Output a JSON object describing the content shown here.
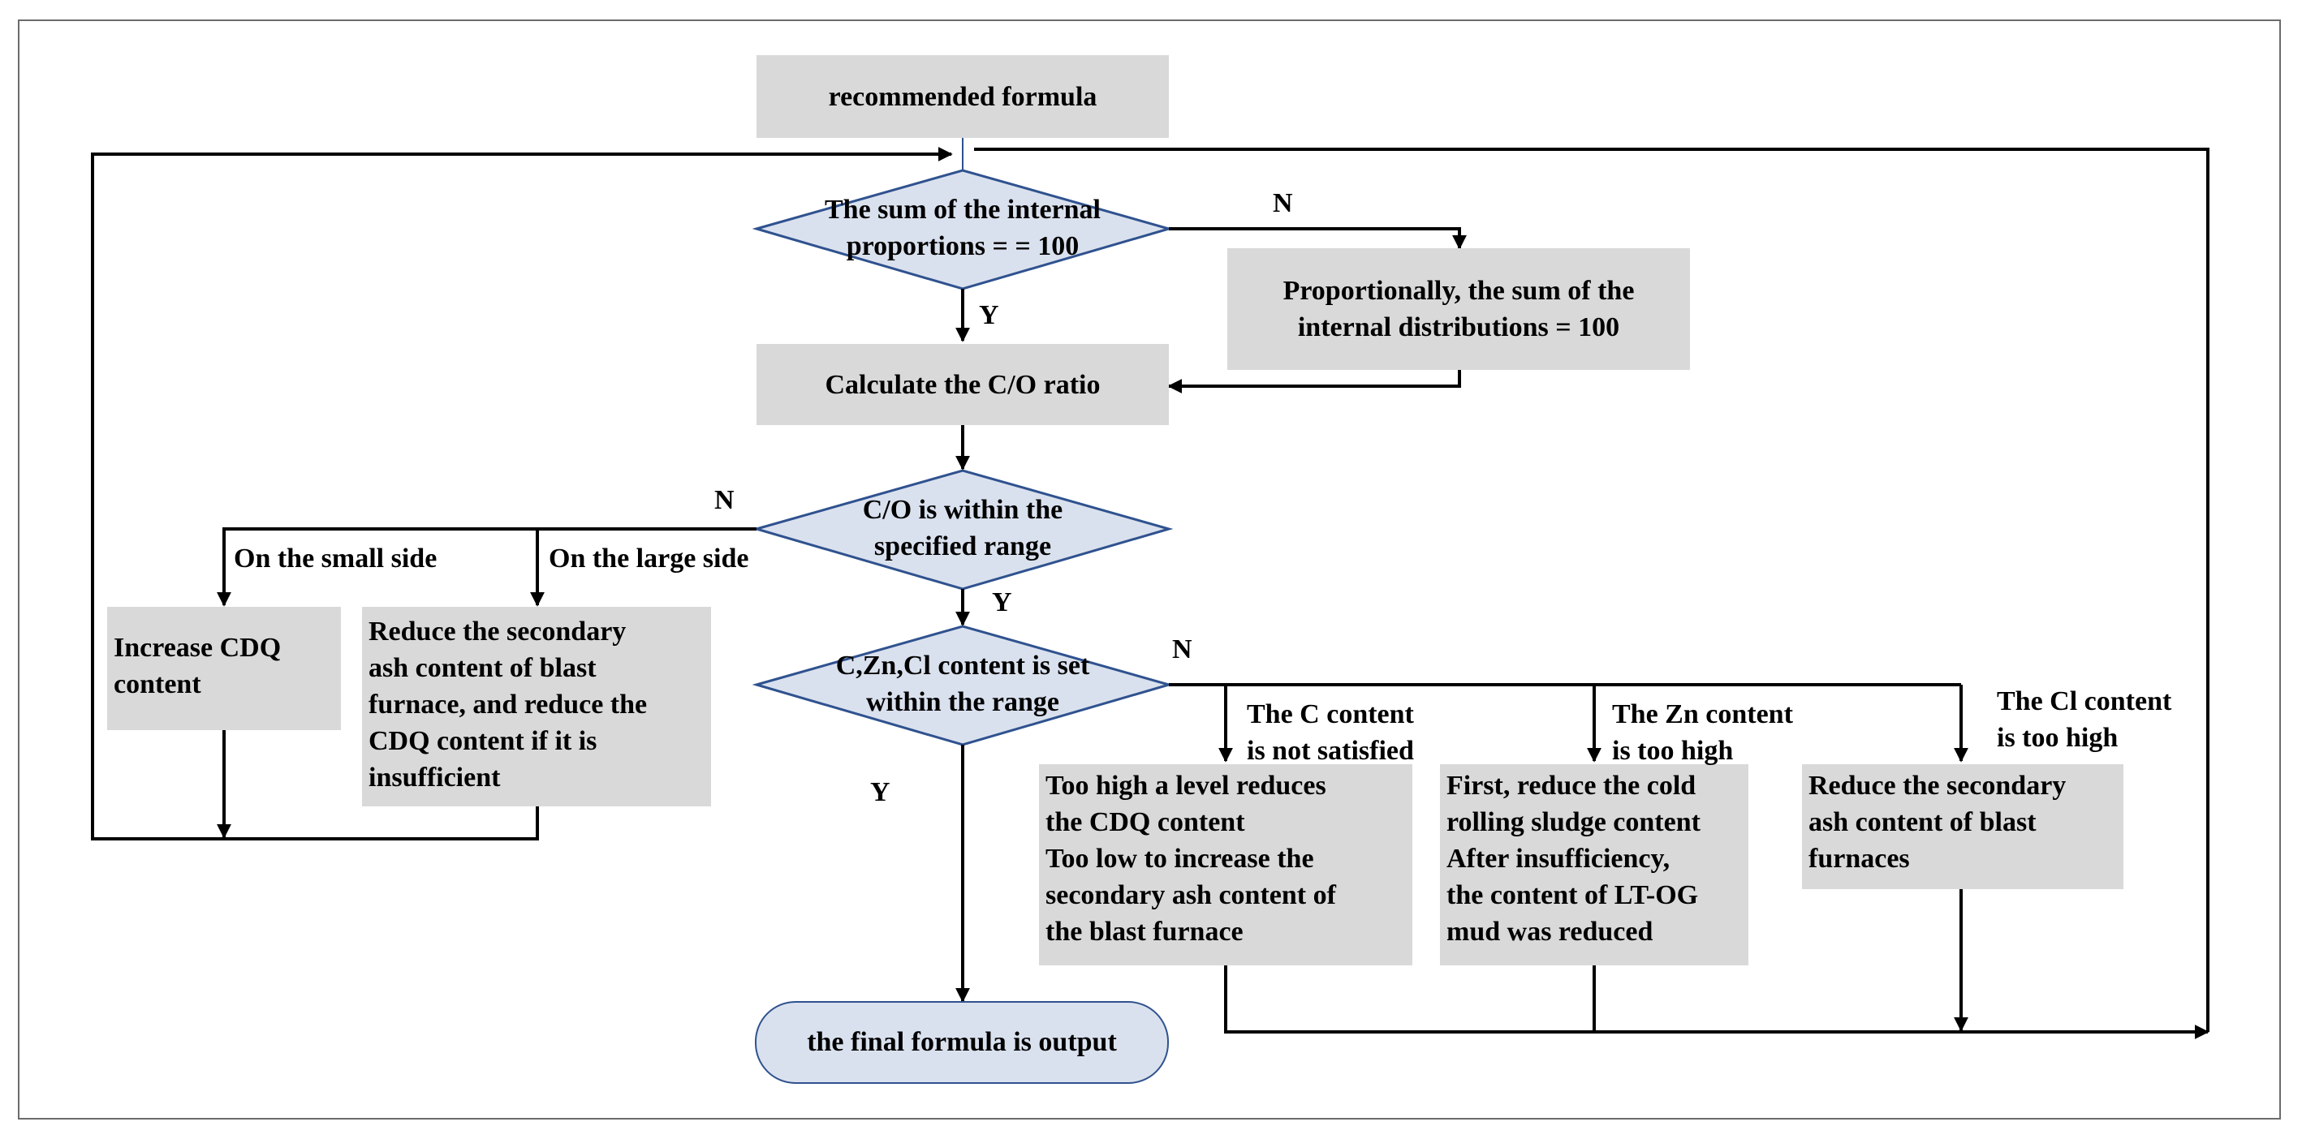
{
  "nodes": {
    "start": "recommended formula",
    "decision_sum": "The sum of the internal\nproportions = = 100",
    "normalize": "Proportionally, the sum of the\ninternal distributions = 100",
    "calc_co": "Calculate the C/O ratio",
    "decision_co": "C/O is within the\nspecified range",
    "increase_cdq": "Increase CDQ\ncontent",
    "reduce_ash_cdq": "Reduce the secondary\nash content of blast\nfurnace, and reduce the\nCDQ content if it is\ninsufficient",
    "decision_czncl": "C,Zn,Cl content is set\nwithin the range",
    "c_adjust": "Too high a level reduces\nthe CDQ content\nToo low to increase the\nsecondary ash content of\nthe blast furnace",
    "zn_adjust": "First, reduce the cold\nrolling sludge content\nAfter insufficiency,\nthe content of LT-OG\nmud was reduced",
    "cl_adjust": "Reduce the secondary\nash content of blast\nfurnaces",
    "end": "the final formula is output"
  },
  "labels": {
    "sum_no": "N",
    "sum_yes": "Y",
    "co_no": "N",
    "co_yes": "Y",
    "small_side": "On the small side",
    "large_side": "On the large side",
    "czncl_no": "N",
    "czncl_yes": "Y",
    "c_condition": "The C content\n is not satisfied",
    "zn_condition": "The Zn content\n is too high",
    "cl_condition": "The Cl content\nis too high"
  },
  "colors": {
    "process_fill": "#d9d9d9",
    "decision_fill": "#dae1ee",
    "decision_stroke": "#2f528f",
    "line": "#000000"
  }
}
